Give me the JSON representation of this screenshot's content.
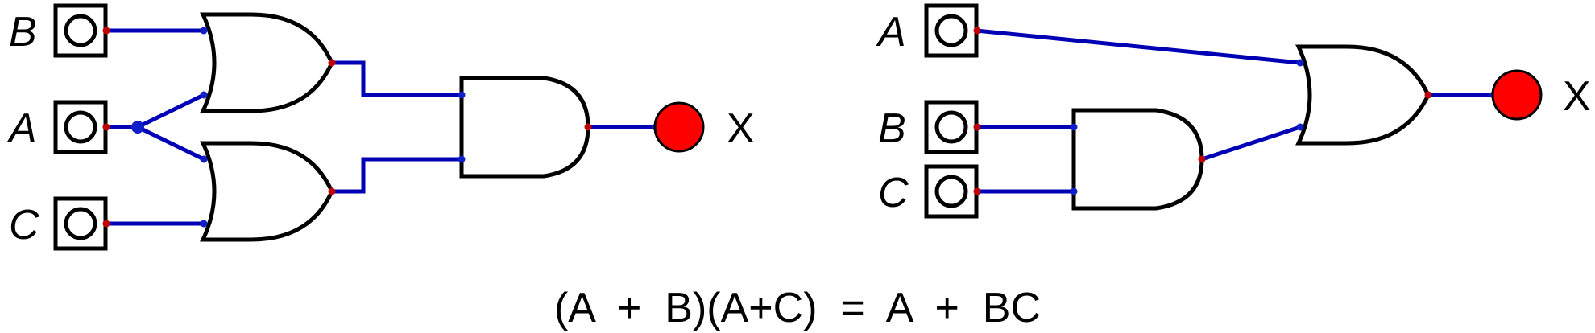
{
  "colors": {
    "wire": "#0000b4",
    "pin_output": "#c00000",
    "pin_input": "#1020c8",
    "lamp": "#ff0000",
    "gate_stroke": "#000000"
  },
  "left_circuit": {
    "inputs": [
      {
        "label": "B"
      },
      {
        "label": "A"
      },
      {
        "label": "C"
      }
    ],
    "gates": [
      "OR",
      "OR",
      "AND"
    ],
    "output_label": "X"
  },
  "right_circuit": {
    "inputs": [
      {
        "label": "A"
      },
      {
        "label": "B"
      },
      {
        "label": "C"
      }
    ],
    "gates": [
      "AND",
      "OR"
    ],
    "output_label": "X"
  },
  "equation": "(A  +  B)(A+C)  =  A  +  BC"
}
